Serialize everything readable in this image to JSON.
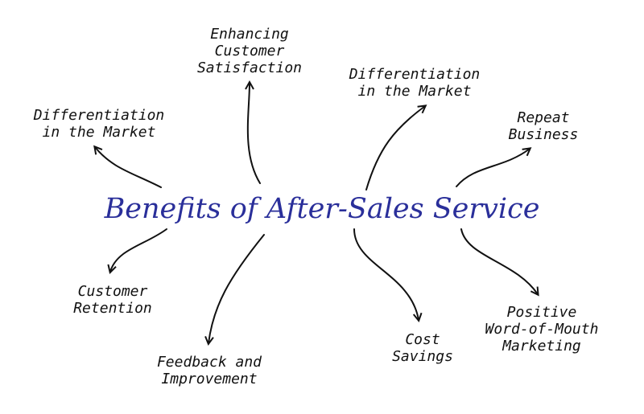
{
  "center": {
    "title": "Benefits of After-Sales Service",
    "color": "#2a2f9a"
  },
  "nodes": {
    "enhancing_satisfaction": [
      "Enhancing",
      "Customer",
      "Satisfaction"
    ],
    "differentiation_left": [
      "Differentiation",
      "in the Market"
    ],
    "differentiation_right": [
      "Differentiation",
      "in the Market"
    ],
    "repeat_business": [
      "Repeat",
      "Business"
    ],
    "customer_retention": [
      "Customer",
      "Retention"
    ],
    "feedback_improvement": [
      "Feedback and",
      "Improvement"
    ],
    "cost_savings": [
      "Cost",
      "Savings"
    ],
    "word_of_mouth": [
      "Positive",
      "Word-of-Mouth",
      "Marketing"
    ]
  },
  "ink_color": "#111111"
}
